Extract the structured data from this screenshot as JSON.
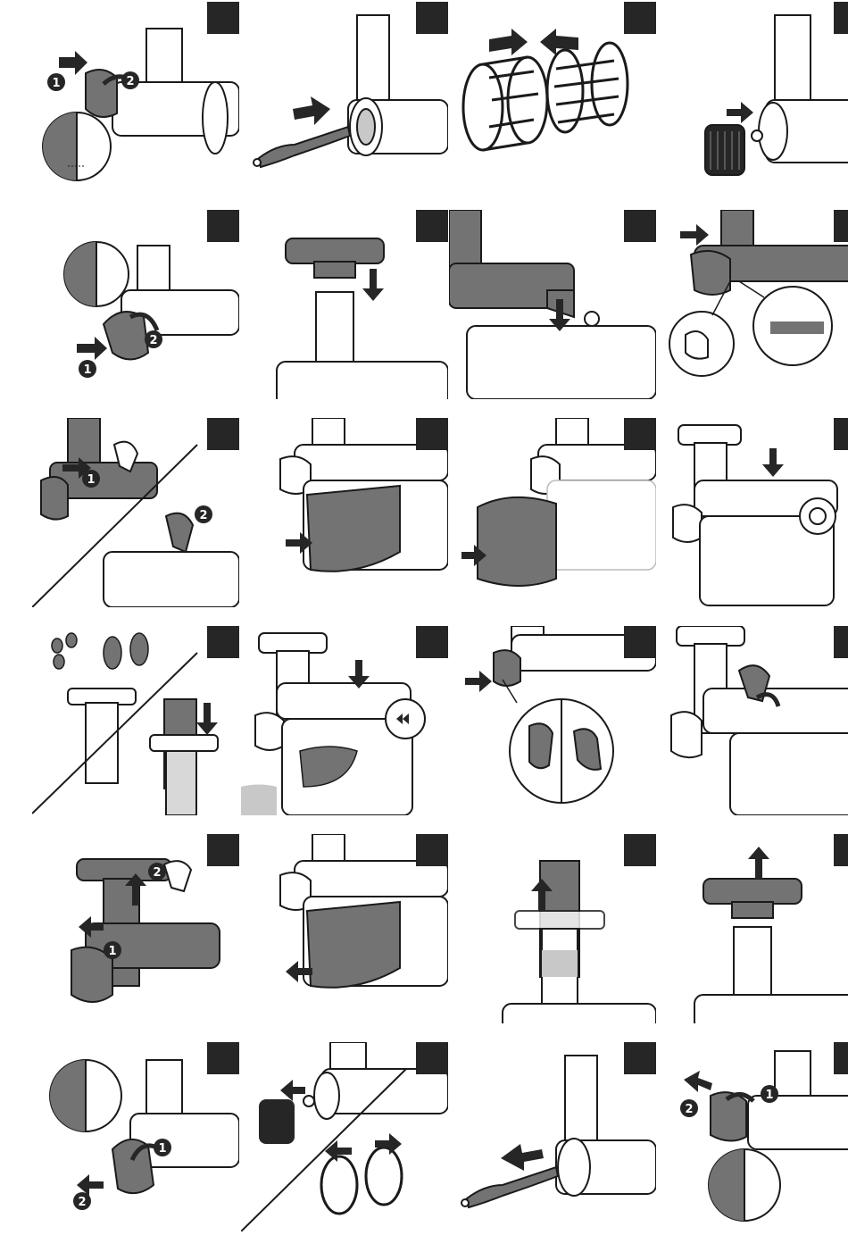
{
  "colors": {
    "dark": "#262626",
    "gray": "#737373",
    "light": "#c8c8c8",
    "line": "#1a1a1a",
    "white": "#ffffff"
  },
  "steps": [
    {
      "id": 1,
      "scene": "attach-chamber",
      "badges": [
        "1",
        "2"
      ]
    },
    {
      "id": 2,
      "scene": "insert-screw",
      "badges": []
    },
    {
      "id": 3,
      "scene": "assemble-brush",
      "badges": []
    },
    {
      "id": 4,
      "scene": "insert-filter",
      "badges": []
    },
    {
      "id": 5,
      "scene": "lock-cap",
      "badges": [
        "1",
        "2"
      ]
    },
    {
      "id": 6,
      "scene": "fit-tray",
      "badges": []
    },
    {
      "id": 7,
      "scene": "seat-tube",
      "badges": []
    },
    {
      "id": 8,
      "scene": "align-spout",
      "badges": []
    },
    {
      "id": 9,
      "scene": "clip-latch",
      "badges": [
        "1",
        "2"
      ]
    },
    {
      "id": 10,
      "scene": "place-container",
      "badges": []
    },
    {
      "id": 11,
      "scene": "place-jug",
      "badges": []
    },
    {
      "id": 12,
      "scene": "switch-on",
      "badges": []
    },
    {
      "id": 13,
      "scene": "add-fruit",
      "badges": []
    },
    {
      "id": 14,
      "scene": "reverse",
      "badges": []
    },
    {
      "id": 15,
      "scene": "close-spout",
      "badges": []
    },
    {
      "id": 16,
      "scene": "open-latch",
      "badges": []
    },
    {
      "id": 17,
      "scene": "remove-chamber",
      "badges": [
        "2",
        "1"
      ]
    },
    {
      "id": 18,
      "scene": "remove-container",
      "badges": []
    },
    {
      "id": 19,
      "scene": "remove-pusher",
      "badges": []
    },
    {
      "id": 20,
      "scene": "remove-tray",
      "badges": []
    },
    {
      "id": 21,
      "scene": "unlock-cap",
      "badges": [
        "1",
        "2"
      ]
    },
    {
      "id": 22,
      "scene": "remove-filter",
      "badges": []
    },
    {
      "id": 23,
      "scene": "remove-screw",
      "badges": []
    },
    {
      "id": 24,
      "scene": "detach-chamber",
      "badges": [
        "1",
        "2"
      ]
    }
  ]
}
